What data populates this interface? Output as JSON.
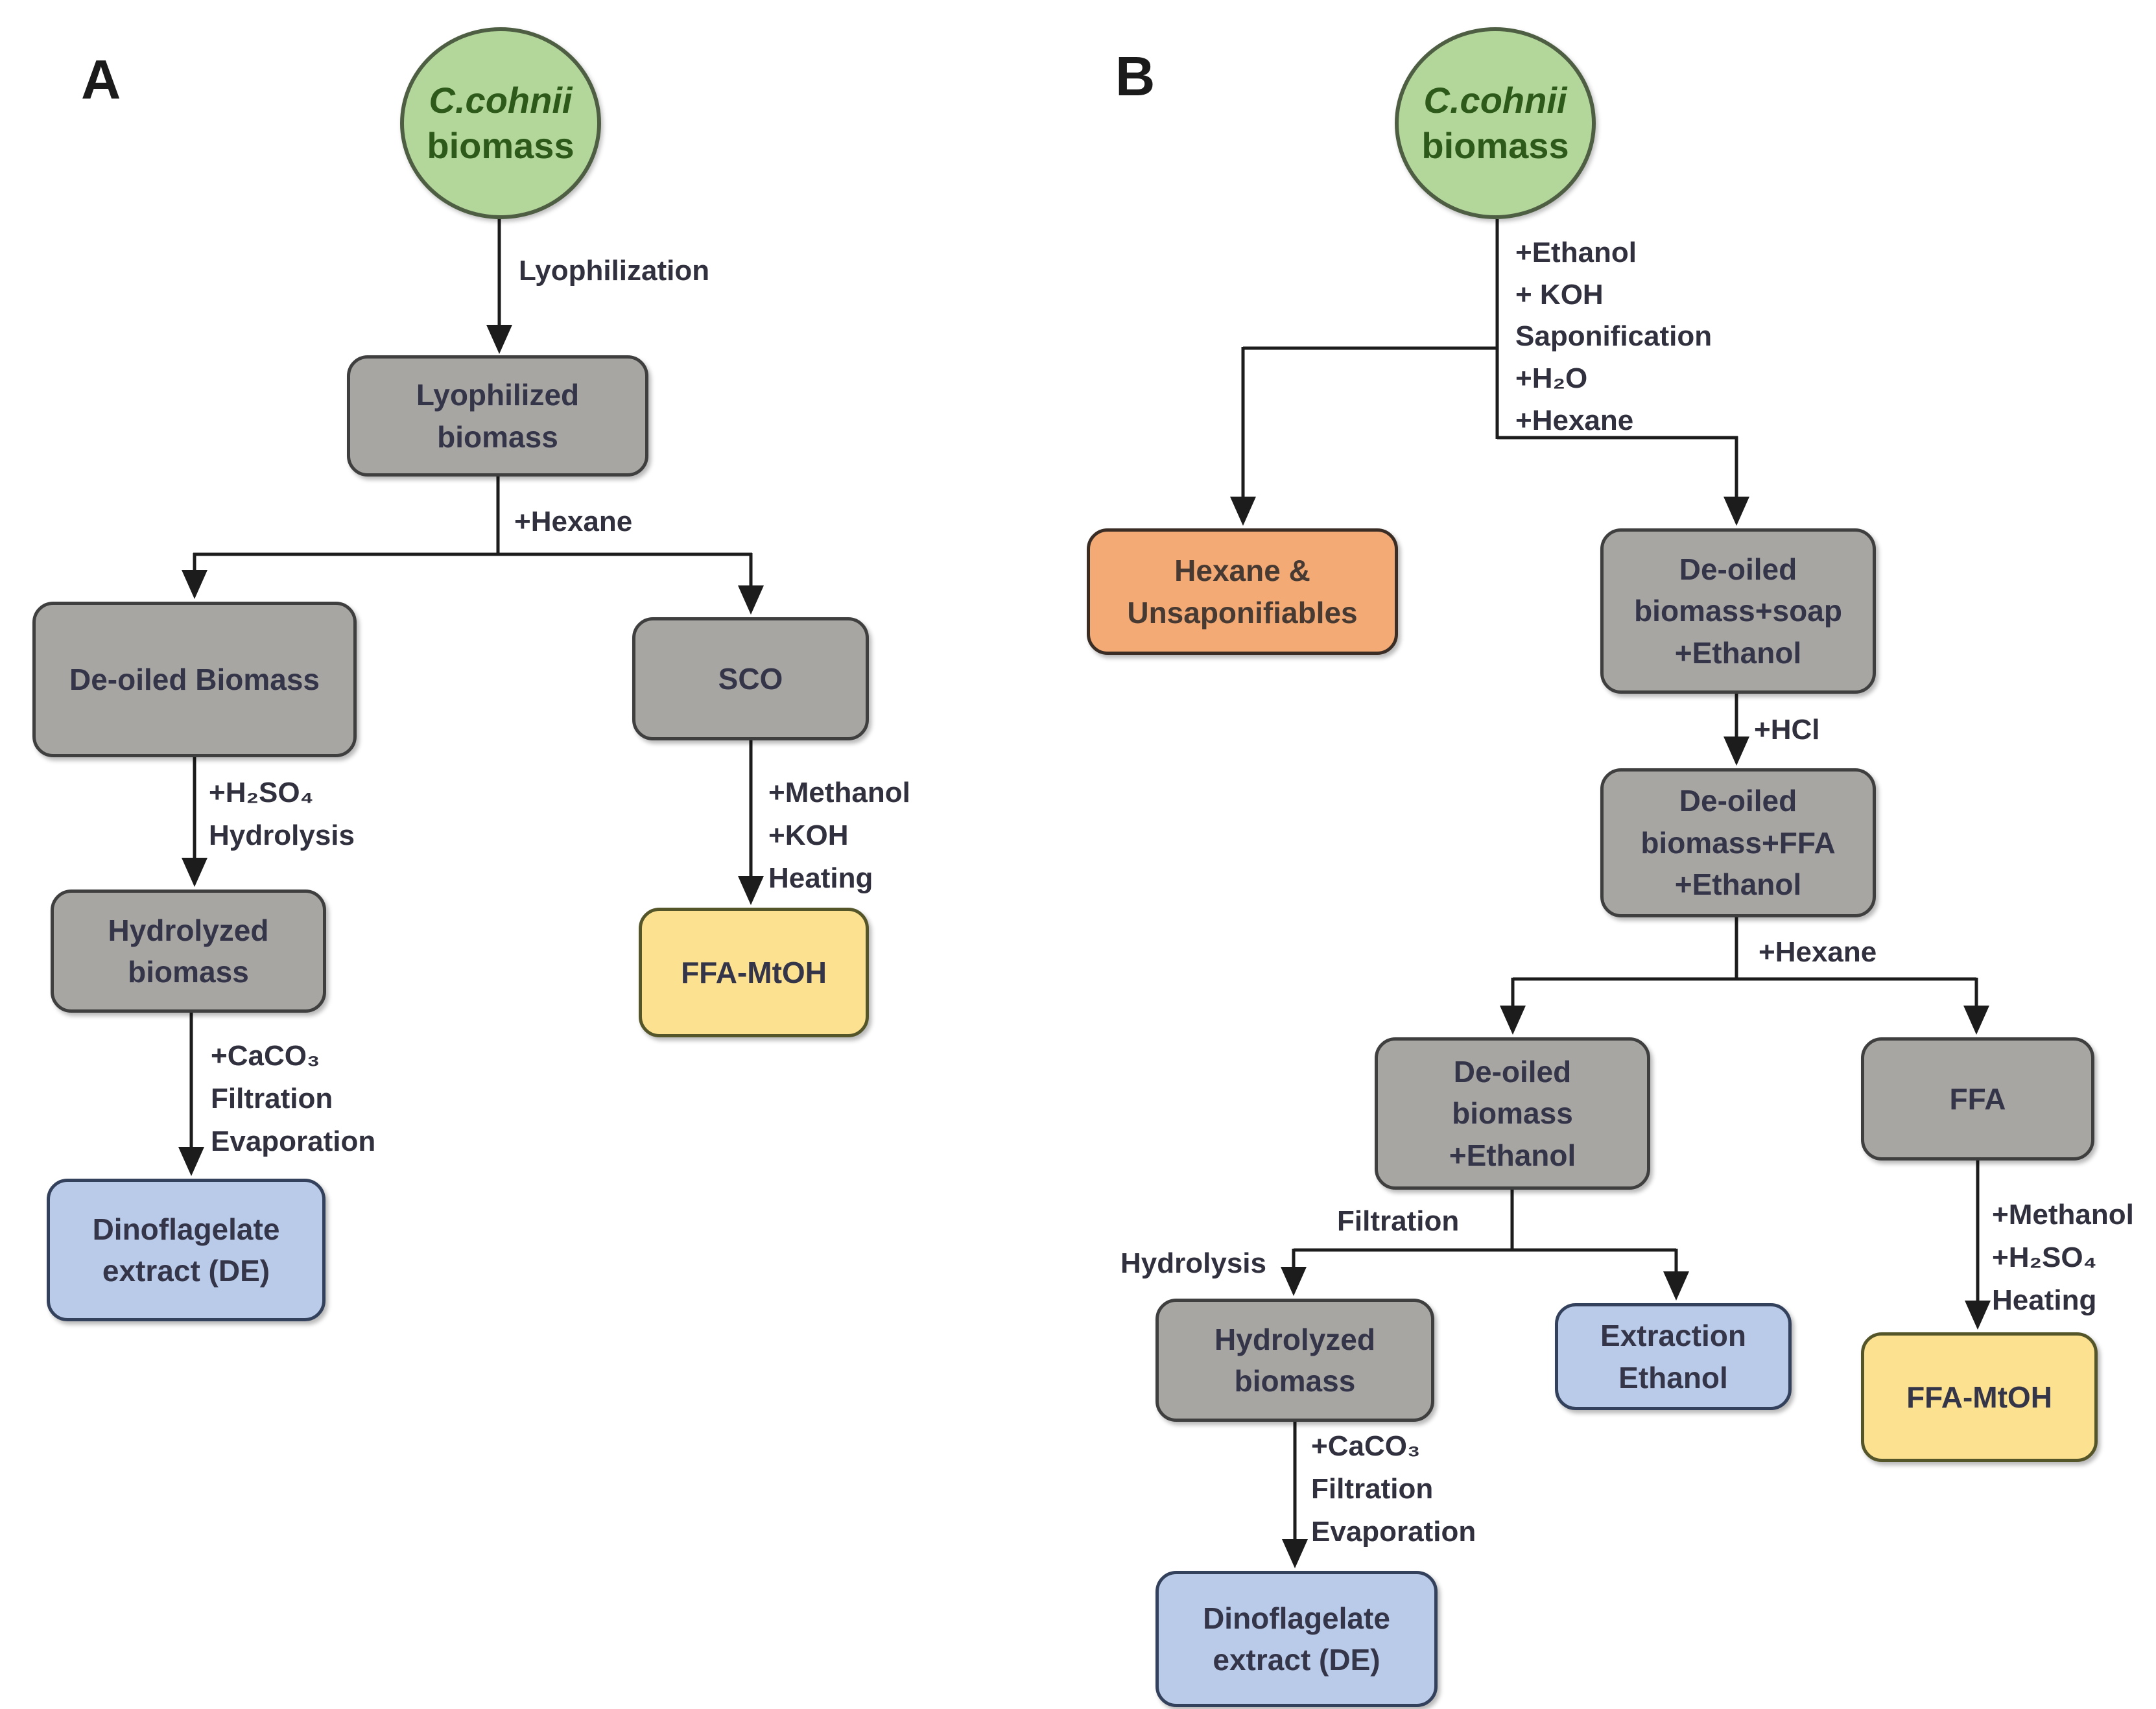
{
  "colors": {
    "green_fill": "#b3d79b",
    "green_border": "#4e5e43",
    "green_text": "#2d5a1b",
    "gray_fill": "#a8a6a3",
    "box_border": "#3f3f3f",
    "box_text": "#35354a",
    "blue_fill": "#b9cbe8",
    "blue_border": "#34415c",
    "orange_fill": "#f3aa75",
    "orange_border": "#3a2d26",
    "yellow_fill": "#fbe190",
    "yellow_border": "#55552a",
    "label_text": "#30303e",
    "arrow": "#1c1c1c"
  },
  "figure": {
    "panel_a": {
      "label": "A",
      "nodes": {
        "biomass_circle": {
          "line1": "C.cohnii",
          "line2": "biomass"
        },
        "lyophilized": "Lyophilized\nbiomass",
        "deoiled": "De-oiled Biomass",
        "sco": "SCO",
        "hydrolyzed": "Hydrolyzed\nbiomass",
        "dinoflagelate": "Dinoflagelate\nextract (DE)",
        "ffa_mtoh": "FFA-MtOH"
      },
      "edge_labels": {
        "lyophilization": "Lyophilization",
        "hexane": "+Hexane",
        "h2so4_hydrolysis": "+H₂SO₄\nHydrolysis",
        "caco3_filtration_evaporation": "+CaCO₃\nFiltration\nEvaporation",
        "methanol_koh_heating": "+Methanol\n+KOH\nHeating"
      }
    },
    "panel_b": {
      "label": "B",
      "nodes": {
        "biomass_circle": {
          "line1": "C.cohnii",
          "line2": "biomass"
        },
        "hexane_unsaponifiables": "Hexane &\nUnsaponifiables",
        "deoiled_soap_ethanol": "De-oiled\nbiomass+soap\n+Ethanol",
        "deoiled_ffa_ethanol": "De-oiled\nbiomass+FFA\n+Ethanol",
        "deoiled_ethanol": "De-oiled\nbiomass\n+Ethanol",
        "ffa": "FFA",
        "hydrolyzed": "Hydrolyzed\nbiomass",
        "extraction_ethanol": "Extraction\nEthanol",
        "dinoflagelate": "Dinoflagelate\nextract (DE)",
        "ffa_mtoh": "FFA-MtOH"
      },
      "edge_labels": {
        "saponification_block": "+Ethanol\n+ KOH\nSaponification\n+H₂O\n+Hexane",
        "hcl": "+HCl",
        "hexane": "+Hexane",
        "filtration": "Filtration",
        "hydrolysis": "Hydrolysis",
        "caco3_filtration_evaporation": "+CaCO₃\nFiltration\nEvaporation",
        "methanol_h2so4_heating": "+Methanol\n+H₂SO₄\nHeating"
      }
    }
  }
}
